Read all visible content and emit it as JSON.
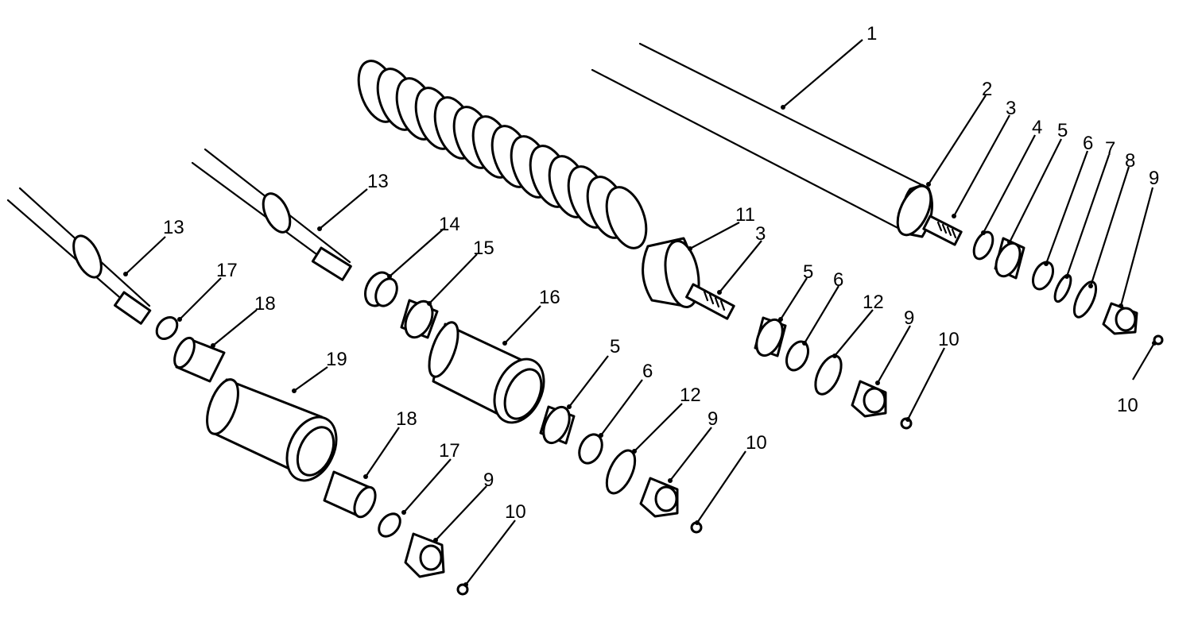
{
  "diagram": {
    "callouts": [
      {
        "id": "c1",
        "label": "1"
      },
      {
        "id": "c2",
        "label": "2"
      },
      {
        "id": "c3a",
        "label": "3"
      },
      {
        "id": "c4",
        "label": "4"
      },
      {
        "id": "c5a",
        "label": "5"
      },
      {
        "id": "c6a",
        "label": "6"
      },
      {
        "id": "c7",
        "label": "7"
      },
      {
        "id": "c8",
        "label": "8"
      },
      {
        "id": "c9a",
        "label": "9"
      },
      {
        "id": "c10a",
        "label": "10"
      },
      {
        "id": "c11",
        "label": "11"
      },
      {
        "id": "c3b",
        "label": "3"
      },
      {
        "id": "c5b",
        "label": "5"
      },
      {
        "id": "c6b",
        "label": "6"
      },
      {
        "id": "c12a",
        "label": "12"
      },
      {
        "id": "c9b",
        "label": "9"
      },
      {
        "id": "c10b",
        "label": "10"
      },
      {
        "id": "c13a",
        "label": "13"
      },
      {
        "id": "c14",
        "label": "14"
      },
      {
        "id": "c15",
        "label": "15"
      },
      {
        "id": "c16",
        "label": "16"
      },
      {
        "id": "c5c",
        "label": "5"
      },
      {
        "id": "c6c",
        "label": "6"
      },
      {
        "id": "c12b",
        "label": "12"
      },
      {
        "id": "c9c",
        "label": "9"
      },
      {
        "id": "c10c",
        "label": "10"
      },
      {
        "id": "c13b",
        "label": "13"
      },
      {
        "id": "c17a",
        "label": "17"
      },
      {
        "id": "c18a",
        "label": "18"
      },
      {
        "id": "c19",
        "label": "19"
      },
      {
        "id": "c18b",
        "label": "18"
      },
      {
        "id": "c17b",
        "label": "17"
      },
      {
        "id": "c9d",
        "label": "9"
      },
      {
        "id": "c10d",
        "label": "10"
      }
    ]
  }
}
